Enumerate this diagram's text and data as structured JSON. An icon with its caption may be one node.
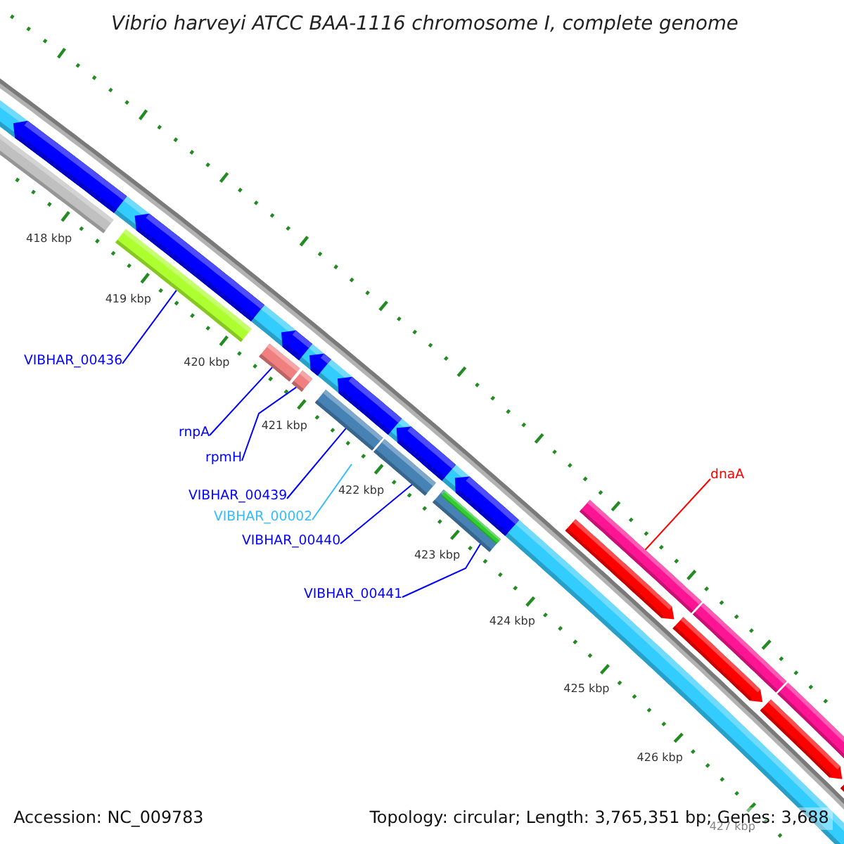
{
  "diagram": {
    "title": "Vibrio harveyi ATCC BAA-1116 chromosome I, complete genome",
    "nodes": [
      {
        "text": [
          "VIBHAR_00436"
        ]
      },
      {
        "text": [],
        "shape": "bar"
      },
      {
        "text": [
          "rnpA"
        ]
      },
      {
        "text": [],
        "shape": "bar"
      },
      {
        "text": [
          "rpmH"
        ]
      },
      {
        "text": [],
        "shape": "bar"
      },
      {
        "text": [
          "VIBHAR_00439"
        ]
      },
      {
        "text": [],
        "shape": "bar"
      },
      {
        "text": [
          "VIBHAR_00002"
        ]
      },
      {
        "text": [
          "VIBHAR_00440"
        ]
      },
      {
        "text": [],
        "shape": "bar"
      },
      {
        "text": [
          "VIBHAR_00441"
        ]
      },
      {
        "text": [],
        "shape": "bar"
      },
      {
        "text": [
          "dnaA"
        ]
      },
      {
        "text": [],
        "shape": "bar"
      }
    ],
    "edges": [
      {
        "from": 0,
        "to": 1,
        "arrow": "none"
      },
      {
        "from": 2,
        "to": 3,
        "arrow": "none"
      },
      {
        "from": 4,
        "to": 5,
        "arrow": "none"
      },
      {
        "from": 6,
        "to": 7,
        "arrow": "none"
      },
      {
        "from": 8,
        "to": null,
        "arrow": "none",
        "color": "#33bbff"
      },
      {
        "from": 9,
        "to": 10,
        "arrow": "none"
      },
      {
        "from": 11,
        "to": 12,
        "arrow": "none"
      },
      {
        "from": 13,
        "to": 14,
        "arrow": "none",
        "color": "#ff0000"
      }
    ],
    "labels": [
      "418 kbp",
      "419 kbp",
      "420 kbp",
      "421 kbp",
      "422 kbp",
      "423 kbp",
      "424 kbp",
      "425 kbp",
      "426 kbp",
      "427 kbp",
      "Accession: NC_009783",
      "Topology: circular; Length: 3,765,351 bp; Genes: 3,688"
    ]
  }
}
